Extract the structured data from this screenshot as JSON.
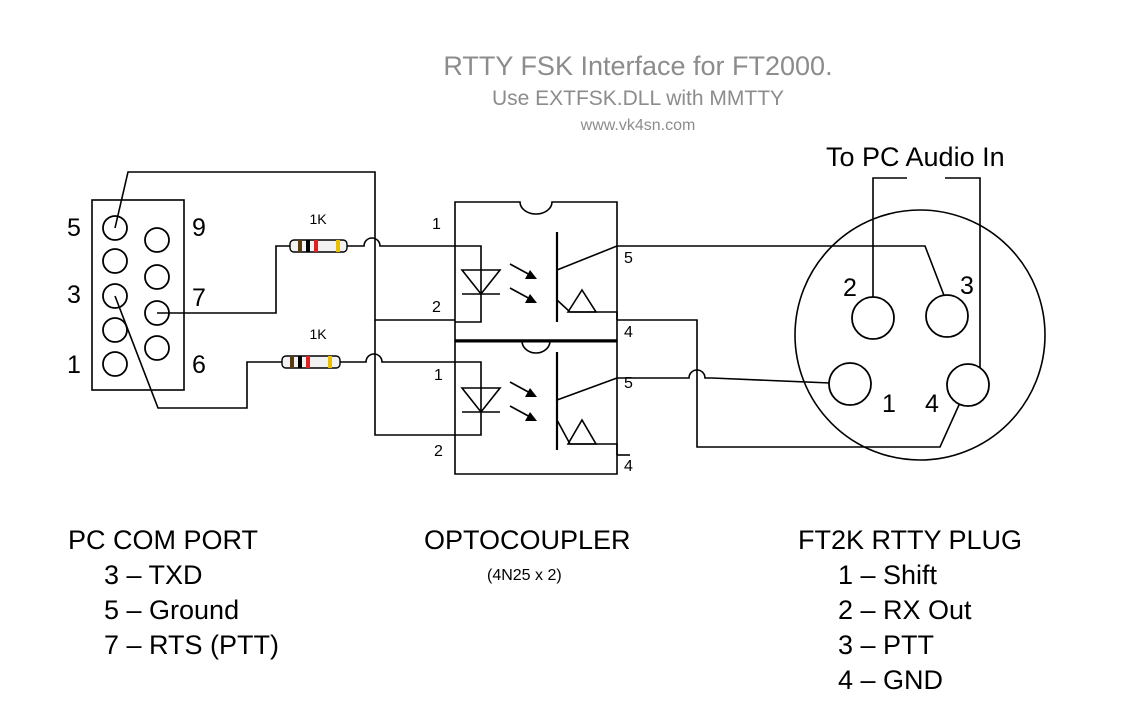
{
  "title": "RTTY FSK Interface for FT2000.",
  "subtitle": "Use EXTFSK.DLL with MMTTY",
  "url": "www.vk4sn.com",
  "audio_label": "To PC Audio In",
  "db9_pins": {
    "p5": "5",
    "p9": "9",
    "p3": "3",
    "p7": "7",
    "p1": "1",
    "p6": "6"
  },
  "resistors": {
    "r1": "1K",
    "r2": "1K"
  },
  "opto_pins": {
    "top": {
      "p1": "1",
      "p2": "2",
      "p4": "4",
      "p5": "5"
    },
    "bottom": {
      "p1": "1",
      "p2": "2",
      "p4": "4",
      "p5": "5"
    }
  },
  "plug_pins": {
    "p1": "1",
    "p2": "2",
    "p3": "3",
    "p4": "4"
  },
  "legend": {
    "com": {
      "heading": "PC COM PORT",
      "lines": [
        "3 – TXD",
        "5 – Ground",
        "7 – RTS (PTT)"
      ]
    },
    "opto": {
      "heading": "OPTOCOUPLER",
      "sub": "(4N25 x 2)"
    },
    "plug": {
      "heading": "FT2K RTTY PLUG",
      "lines": [
        "1 – Shift",
        "2 – RX Out",
        "3 – PTT",
        "4 – GND"
      ]
    }
  }
}
